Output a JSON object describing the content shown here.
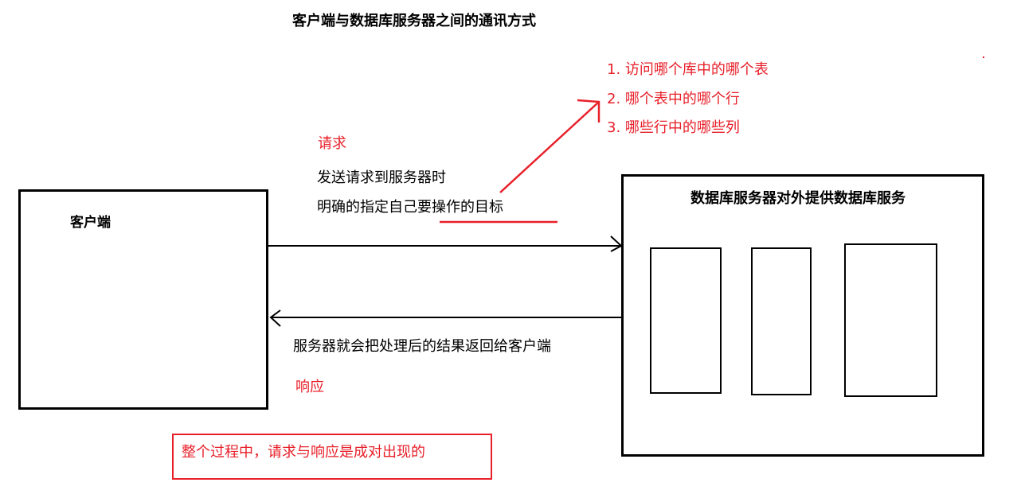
{
  "title": "客户端与数据库服务器之间的通讯方式",
  "client": {
    "label": "客户端"
  },
  "server": {
    "label": "数据库服务器对外提供数据库服务"
  },
  "request": {
    "label": "请求",
    "line1": "发送请求到服务器时",
    "line2": "明确的指定自己要操作的目标"
  },
  "targets": [
    "1. 访问哪个库中的哪个表",
    "2. 哪个表中的哪个行",
    "3. 哪些行中的哪些列"
  ],
  "response": {
    "label": "响应",
    "text": "服务器就会把处理后的结果返回给客户端"
  },
  "note": "整个过程中，请求与响应是成对出现的",
  "colors": {
    "accent": "#e8202a",
    "line": "#000000"
  }
}
